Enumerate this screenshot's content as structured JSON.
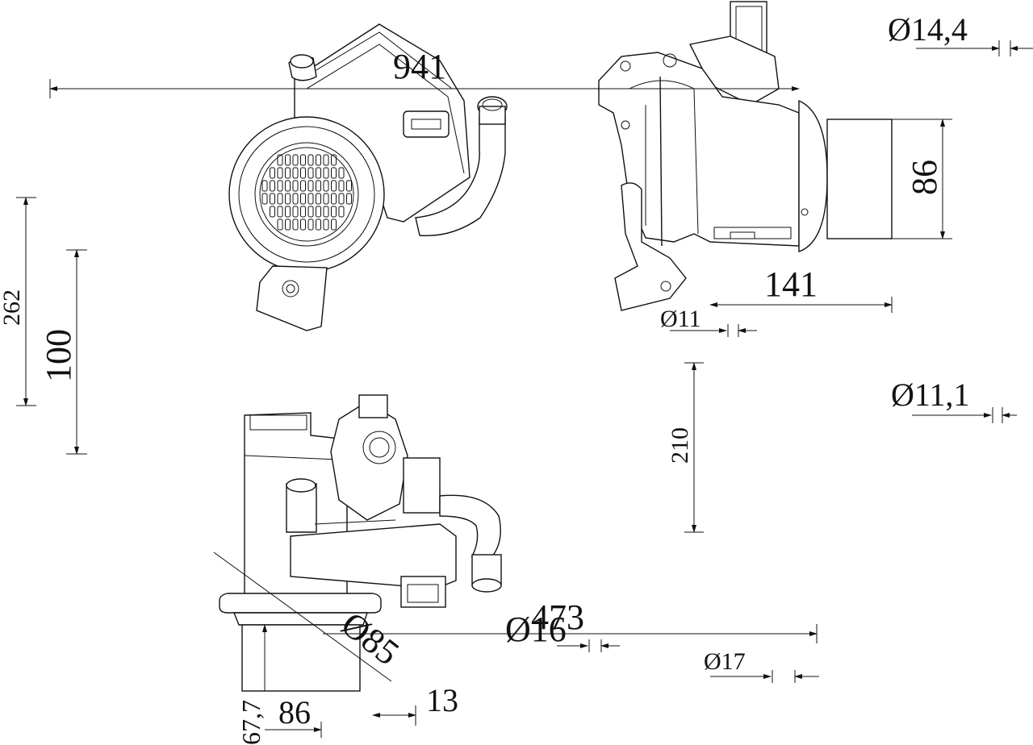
{
  "dimensions": {
    "d941": "941",
    "d14_4": "Ø14,4",
    "d86_side": "86",
    "d141": "141",
    "d11": "Ø11",
    "d262": "262",
    "d100": "100",
    "d210": "210",
    "d11_1": "Ø11,1",
    "d473": "473",
    "d16": "Ø16",
    "d85": "Ø85",
    "d17": "Ø17",
    "d13": "13",
    "d67_7": "67,7",
    "d86_bottom": "86"
  },
  "colors": {
    "line": "#111111",
    "background": "#ffffff"
  }
}
